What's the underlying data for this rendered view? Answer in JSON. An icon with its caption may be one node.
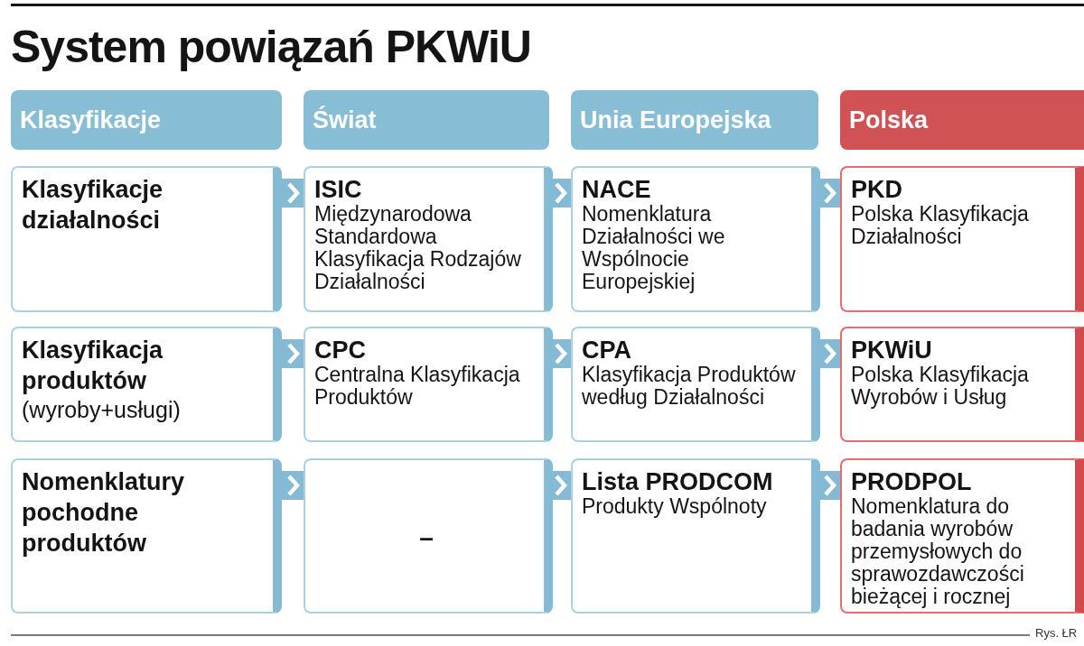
{
  "diagram": {
    "title": "System powiązań PKWiU",
    "nodes": [
      {
        "text": [
          "Klasyfikacje"
        ]
      },
      {
        "text": [
          "Świat"
        ]
      },
      {
        "text": [
          "Unia Europejska"
        ]
      },
      {
        "text": [
          "Polska"
        ]
      },
      {
        "text": [
          "Klasyfikacje działalności"
        ]
      },
      {
        "text": [
          "ISIC",
          "Międzynarodowa Standardowa Klasyfikacja Rodzajów Działalności"
        ]
      },
      {
        "text": [
          "NACE",
          "Nomenklatura Działalności we Wspólnocie Europejskiej"
        ]
      },
      {
        "text": [
          "PKD",
          "Polska Klasyfikacja Działalności"
        ]
      },
      {
        "text": [
          "Klasyfikacja produktów",
          "(wyroby+usługi)"
        ]
      },
      {
        "text": [
          "CPC",
          "Centralna Klasyfikacja Produktów"
        ]
      },
      {
        "text": [
          "CPA",
          "Klasyfikacja Produktów według Działalności"
        ]
      },
      {
        "text": [
          "PKWiU",
          "Polska Klasyfikacja Wyrobów i Usług"
        ]
      },
      {
        "text": [
          "Nomenklatury pochodne produktów"
        ]
      },
      {
        "text": [
          "–"
        ]
      },
      {
        "text": [
          "Lista PRODCOM",
          "Produkty Wspólnoty"
        ]
      },
      {
        "text": [
          "PRODPOL",
          "Nomenklatura do badania wyrobów przemysłowych do sprawozdawczości bieżącej i rocznej"
        ]
      }
    ],
    "edges": [
      {
        "from": 4,
        "to": 5,
        "arrow": "to"
      },
      {
        "from": 5,
        "to": 6,
        "arrow": "to"
      },
      {
        "from": 6,
        "to": 7,
        "arrow": "to"
      },
      {
        "from": 8,
        "to": 9,
        "arrow": "to"
      },
      {
        "from": 9,
        "to": 10,
        "arrow": "to"
      },
      {
        "from": 10,
        "to": 11,
        "arrow": "to"
      },
      {
        "from": 12,
        "to": 13,
        "arrow": "to"
      },
      {
        "from": 13,
        "to": 14,
        "arrow": "to"
      },
      {
        "from": 14,
        "to": 15,
        "arrow": "to"
      }
    ],
    "labels": [
      "Rys. ŁR"
    ]
  }
}
